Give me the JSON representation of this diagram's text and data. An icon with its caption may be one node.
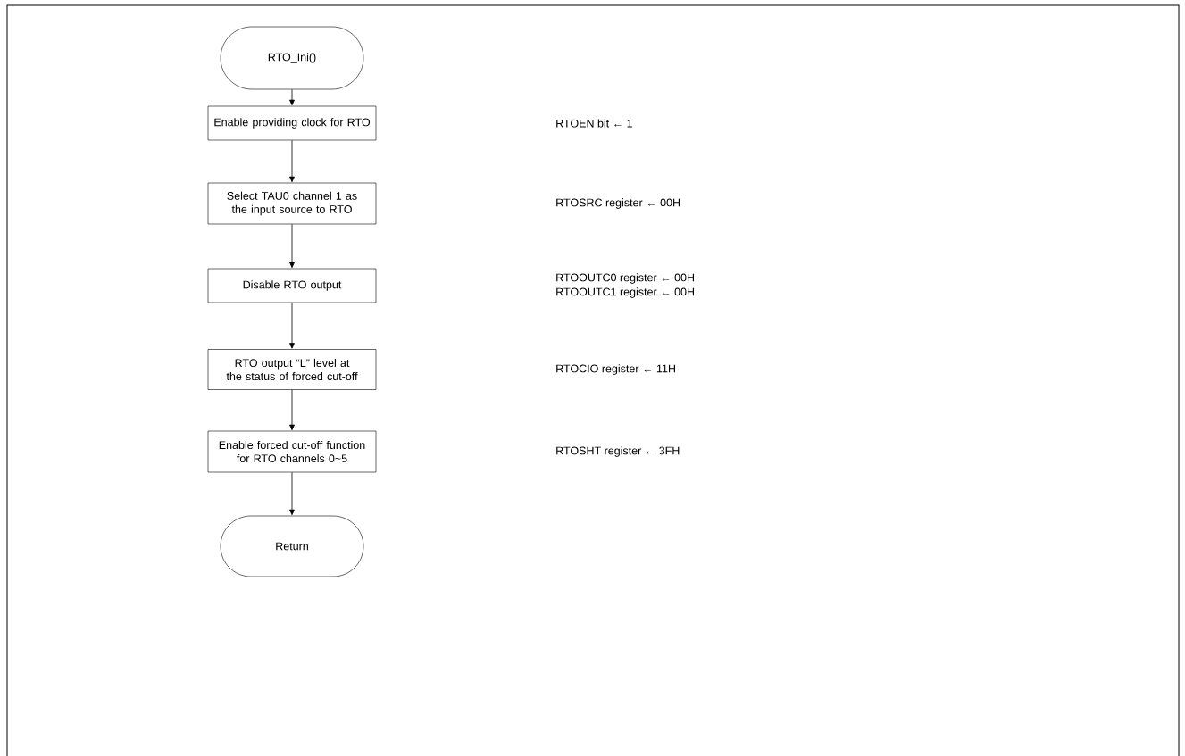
{
  "diagram": {
    "nodes": [
      {
        "text": [
          "RTO_Ini()"
        ]
      },
      {
        "text": [
          "Enable providing clock for RTO"
        ]
      },
      {
        "text": [
          "Select TAU0 channel 1 as the input source to RTO"
        ]
      },
      {
        "text": [
          "Disable RTO output"
        ]
      },
      {
        "text": [
          "RTO output “L” level at the status of forced cut-off"
        ]
      },
      {
        "text": [
          "Enable forced cut-off function for RTO channels 0~5"
        ]
      },
      {
        "text": [
          "Return"
        ]
      }
    ],
    "edges": [
      {
        "from": 0,
        "to": 1,
        "arrow": "to"
      },
      {
        "from": 1,
        "to": 2,
        "arrow": "to"
      },
      {
        "from": 2,
        "to": 3,
        "arrow": "to"
      },
      {
        "from": 3,
        "to": 4,
        "arrow": "to"
      },
      {
        "from": 4,
        "to": 5,
        "arrow": "to"
      },
      {
        "from": 5,
        "to": 6,
        "arrow": "to"
      }
    ],
    "labels": [
      "RTOEN bit ← 1",
      "RTOSRC register ← 00H",
      "RTOOUTC0 register ← 00H",
      "RTOOUTC1 register ← 00H",
      "RTOCIO register ← 11H",
      "RTOSHT register ← 3FH"
    ]
  }
}
